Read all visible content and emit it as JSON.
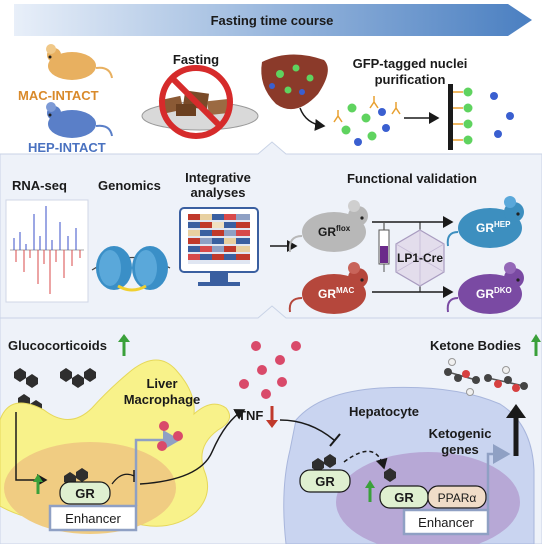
{
  "banner": {
    "label": "Fasting time course"
  },
  "top": {
    "mac_label": "MAC-INTACT",
    "hep_label": "HEP-INTACT",
    "fasting_label": "Fasting",
    "nuclei_label_line1": "GFP-tagged nuclei",
    "nuclei_label_line2": "purification"
  },
  "middle": {
    "rnaseq_label": "RNA-seq",
    "genomics_label": "Genomics",
    "integrative_line1": "Integrative",
    "integrative_line2": "analyses",
    "validation_label": "Functional validation",
    "mouse_grflox": {
      "base": "GR",
      "sup": "flox"
    },
    "mouse_grhep": {
      "base": "GR",
      "sup": "HEP"
    },
    "mouse_grmac": {
      "base": "GR",
      "sup": "MAC"
    },
    "mouse_grdko": {
      "base": "GR",
      "sup": "DKO"
    },
    "cre_label": "LP1-Cre"
  },
  "bottom": {
    "glucocorticoids_label": "Glucocorticoids",
    "macrophage_line1": "Liver",
    "macrophage_line2": "Macrophage",
    "tnf_label": "TNF",
    "hepatocyte_label": "Hepatocyte",
    "ketogenic_line1": "Ketogenic",
    "ketogenic_line2": "genes",
    "ketone_label": "Ketone Bodies",
    "gr_mac_label": "GR",
    "enhancer_mac_label": "Enhancer",
    "gr_hep_cyto_label": "GR",
    "gr_hep_nuc_label": "GR",
    "ppar_label": "PPARα",
    "enhancer_hep_label": "Enhancer"
  },
  "colors": {
    "banner": "#4a7fc1",
    "mac_mouse": "#e8b060",
    "mac_text": "#d98a2b",
    "hep_mouse": "#5a7fc8",
    "hep_text": "#4a72c0",
    "grhep_mouse": "#3d8fbf",
    "grmac_mouse": "#b5473c",
    "grdko_mouse": "#7a4aa3",
    "up_arrow": "#3aa03a",
    "down_arrow": "#c0392b",
    "tnf_dot": "#d94a6a",
    "macrophage_fill": "#f8f28a",
    "hepatocyte_fill": "#c9d4f0"
  }
}
